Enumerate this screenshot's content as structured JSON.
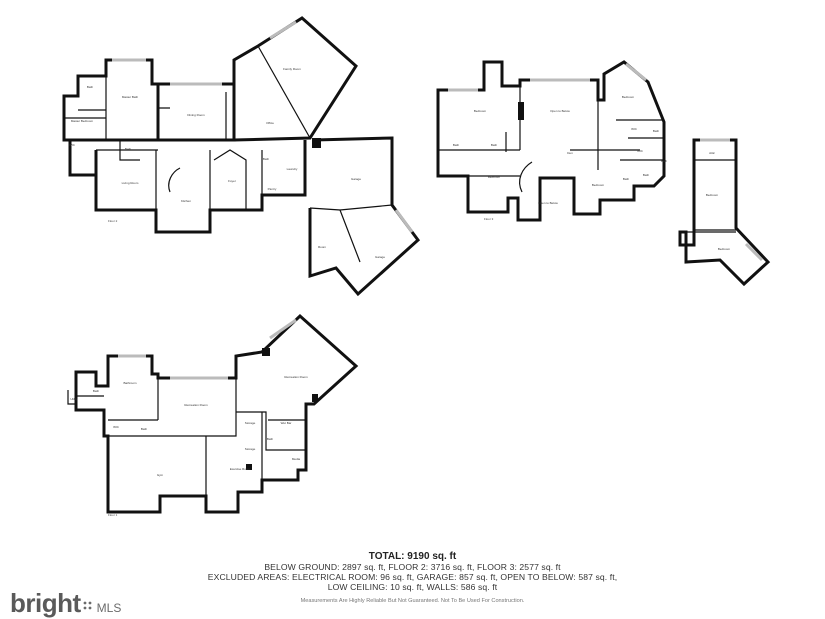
{
  "summary": {
    "total": "TOTAL: 9190 sq. ft",
    "line1": "BELOW GROUND: 2897 sq. ft, FLOOR 2: 3716 sq. ft, FLOOR 3: 2577 sq. ft",
    "line2": "EXCLUDED AREAS: ELECTRICAL ROOM: 96 sq. ft, GARAGE: 857 sq. ft, OPEN TO BELOW: 587 sq. ft,",
    "line3": "LOW CEILING: 10 sq. ft, WALLS: 586 sq. ft",
    "disclaimer": "Measurements Are Highly Reliable But Not Guaranteed. Not To Be Used For Construction."
  },
  "logo": {
    "brand": "bright",
    "suffix": "MLS",
    "icon": "bright-mls-logo"
  },
  "plans": {
    "floor2": {
      "tag": "Floor 2",
      "rooms": [
        "Bath",
        "Master Bath",
        "Master Bedroom",
        "WIC",
        "Bath",
        "Dining Room",
        "Family Room",
        "Office",
        "Living Room",
        "Kitchen",
        "Foyer",
        "Bath",
        "Pantry",
        "Laundry",
        "Garage",
        "Room",
        "Garage"
      ]
    },
    "floor3": {
      "tag": "Floor 3",
      "rooms": [
        "Bedroom",
        "Bath",
        "Bath",
        "Open to Below",
        "Den",
        "Bedroom",
        "Open to Below",
        "Bedroom",
        "WIC",
        "Bath",
        "Bedroom",
        "WIC",
        "Bath",
        "Bath",
        "Bath"
      ]
    },
    "floor3b": {
      "rooms": [
        "Attic",
        "Bedroom",
        "Bedroom"
      ]
    },
    "below": {
      "tag": "Floor 1",
      "rooms": [
        "Bath",
        "Utility",
        "Bathroom",
        "Recreation Room",
        "Recreation Room",
        "WIC",
        "Bath",
        "Storage",
        "Storage",
        "Wet Bar",
        "Media",
        "Gym",
        "Exercise Room",
        "Bath"
      ]
    }
  }
}
